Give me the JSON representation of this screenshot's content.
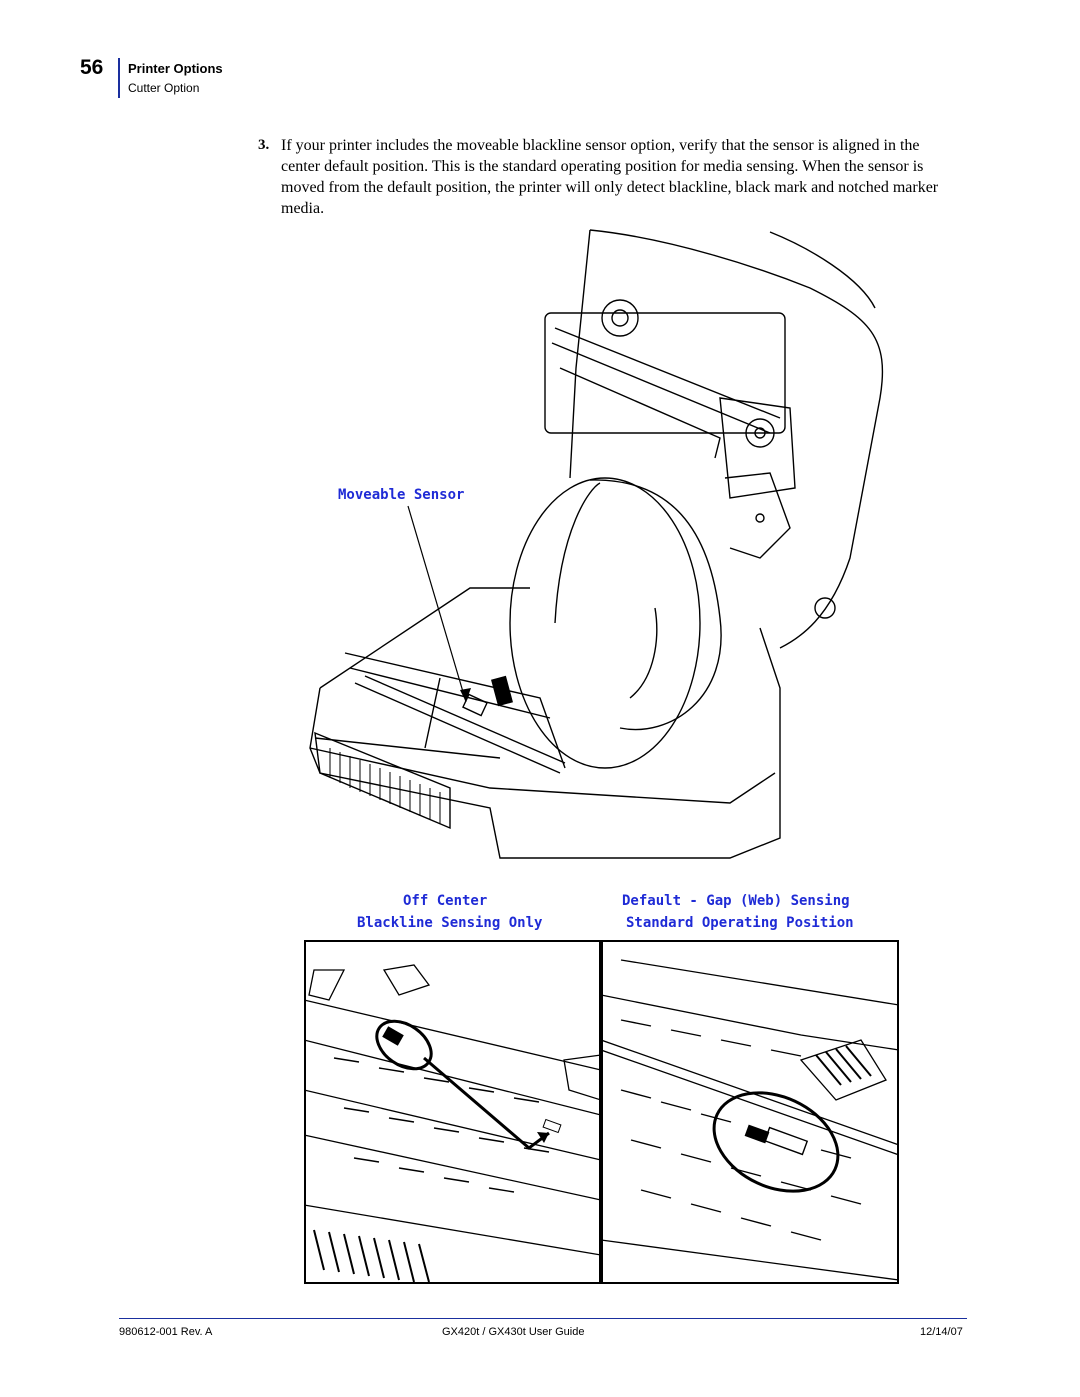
{
  "header": {
    "page_number": "56",
    "section": "Printer Options",
    "subsection": "Cutter Option"
  },
  "step": {
    "number": "3.",
    "text": "If your printer includes the moveable blackline sensor option, verify that the sensor is aligned in the center default position. This is the standard operating position for media sensing. When the sensor is moved from the default position, the printer will only detect blackline, black mark and notched marker media."
  },
  "figure": {
    "moveable_sensor_label": "Moveable Sensor",
    "off_center_line1": "Off Center",
    "off_center_line2": "Blackline Sensing Only",
    "default_line1": "Default - Gap (Web) Sensing",
    "default_line2": "Standard Operating Position",
    "label_color": "#1f2bd6"
  },
  "footer": {
    "doc_number": "980612-001 Rev. A",
    "title": "GX420t / GX430t User Guide",
    "date": "12/14/07"
  }
}
